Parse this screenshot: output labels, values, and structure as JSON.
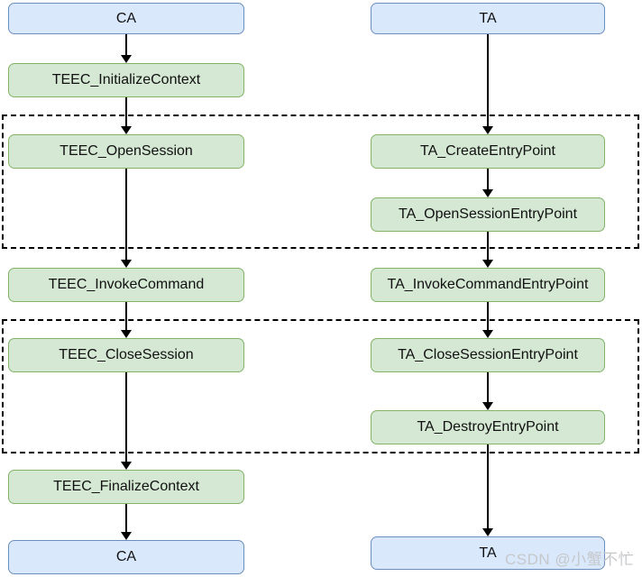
{
  "diagram": {
    "title_implicit": "CA / TA TEE client-trusted application call flow",
    "nodes": {
      "ca_top": {
        "label": "CA"
      },
      "ta_top": {
        "label": "TA"
      },
      "teec_initialize_context": {
        "label": "TEEC_InitializeContext"
      },
      "teec_open_session": {
        "label": "TEEC_OpenSession"
      },
      "ta_create_entry_point": {
        "label": "TA_CreateEntryPoint"
      },
      "ta_open_session_entry_point": {
        "label": "TA_OpenSessionEntryPoint"
      },
      "teec_invoke_command": {
        "label": "TEEC_InvokeCommand"
      },
      "ta_invoke_command_entry_point": {
        "label": "TA_InvokeCommandEntryPoint"
      },
      "teec_close_session": {
        "label": "TEEC_CloseSession"
      },
      "ta_close_session_entry_point": {
        "label": "TA_CloseSessionEntryPoint"
      },
      "ta_destroy_entry_point": {
        "label": "TA_DestroyEntryPoint"
      },
      "teec_finalize_context": {
        "label": "TEEC_FinalizeContext"
      },
      "ca_bottom": {
        "label": "CA"
      },
      "ta_bottom": {
        "label": "TA"
      }
    },
    "watermark": {
      "text": "CSDN @小蟹不忙",
      "color": "#c5c8ca"
    },
    "colors": {
      "actor_fill": "#dae8fc",
      "actor_border": "#6c8ebf",
      "function_fill": "#d5e8d4",
      "function_border": "#82b366",
      "arrow": "#000000",
      "group_border": "#000000",
      "background": "#ffffff"
    }
  }
}
